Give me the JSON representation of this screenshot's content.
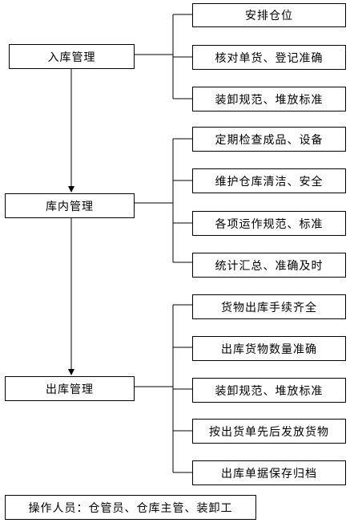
{
  "stages": [
    {
      "label": "入库管理",
      "steps": [
        "安排仓位",
        "核对单货、登记准确",
        "装卸规范、堆放标准"
      ]
    },
    {
      "label": "库内管理",
      "steps": [
        "定期检查成品、设备",
        "维护仓库清洁、安全",
        "各项运作规范、标准",
        "统计汇总、准确及时"
      ]
    },
    {
      "label": "出库管理",
      "steps": [
        "货物出库手续齐全",
        "出库货物数量准确",
        "装卸规范、堆放标准",
        "按出货单先后发放货物",
        "出库单据保存归档"
      ]
    }
  ],
  "footer": "操作人员：仓管员、仓库主管、装卸工"
}
